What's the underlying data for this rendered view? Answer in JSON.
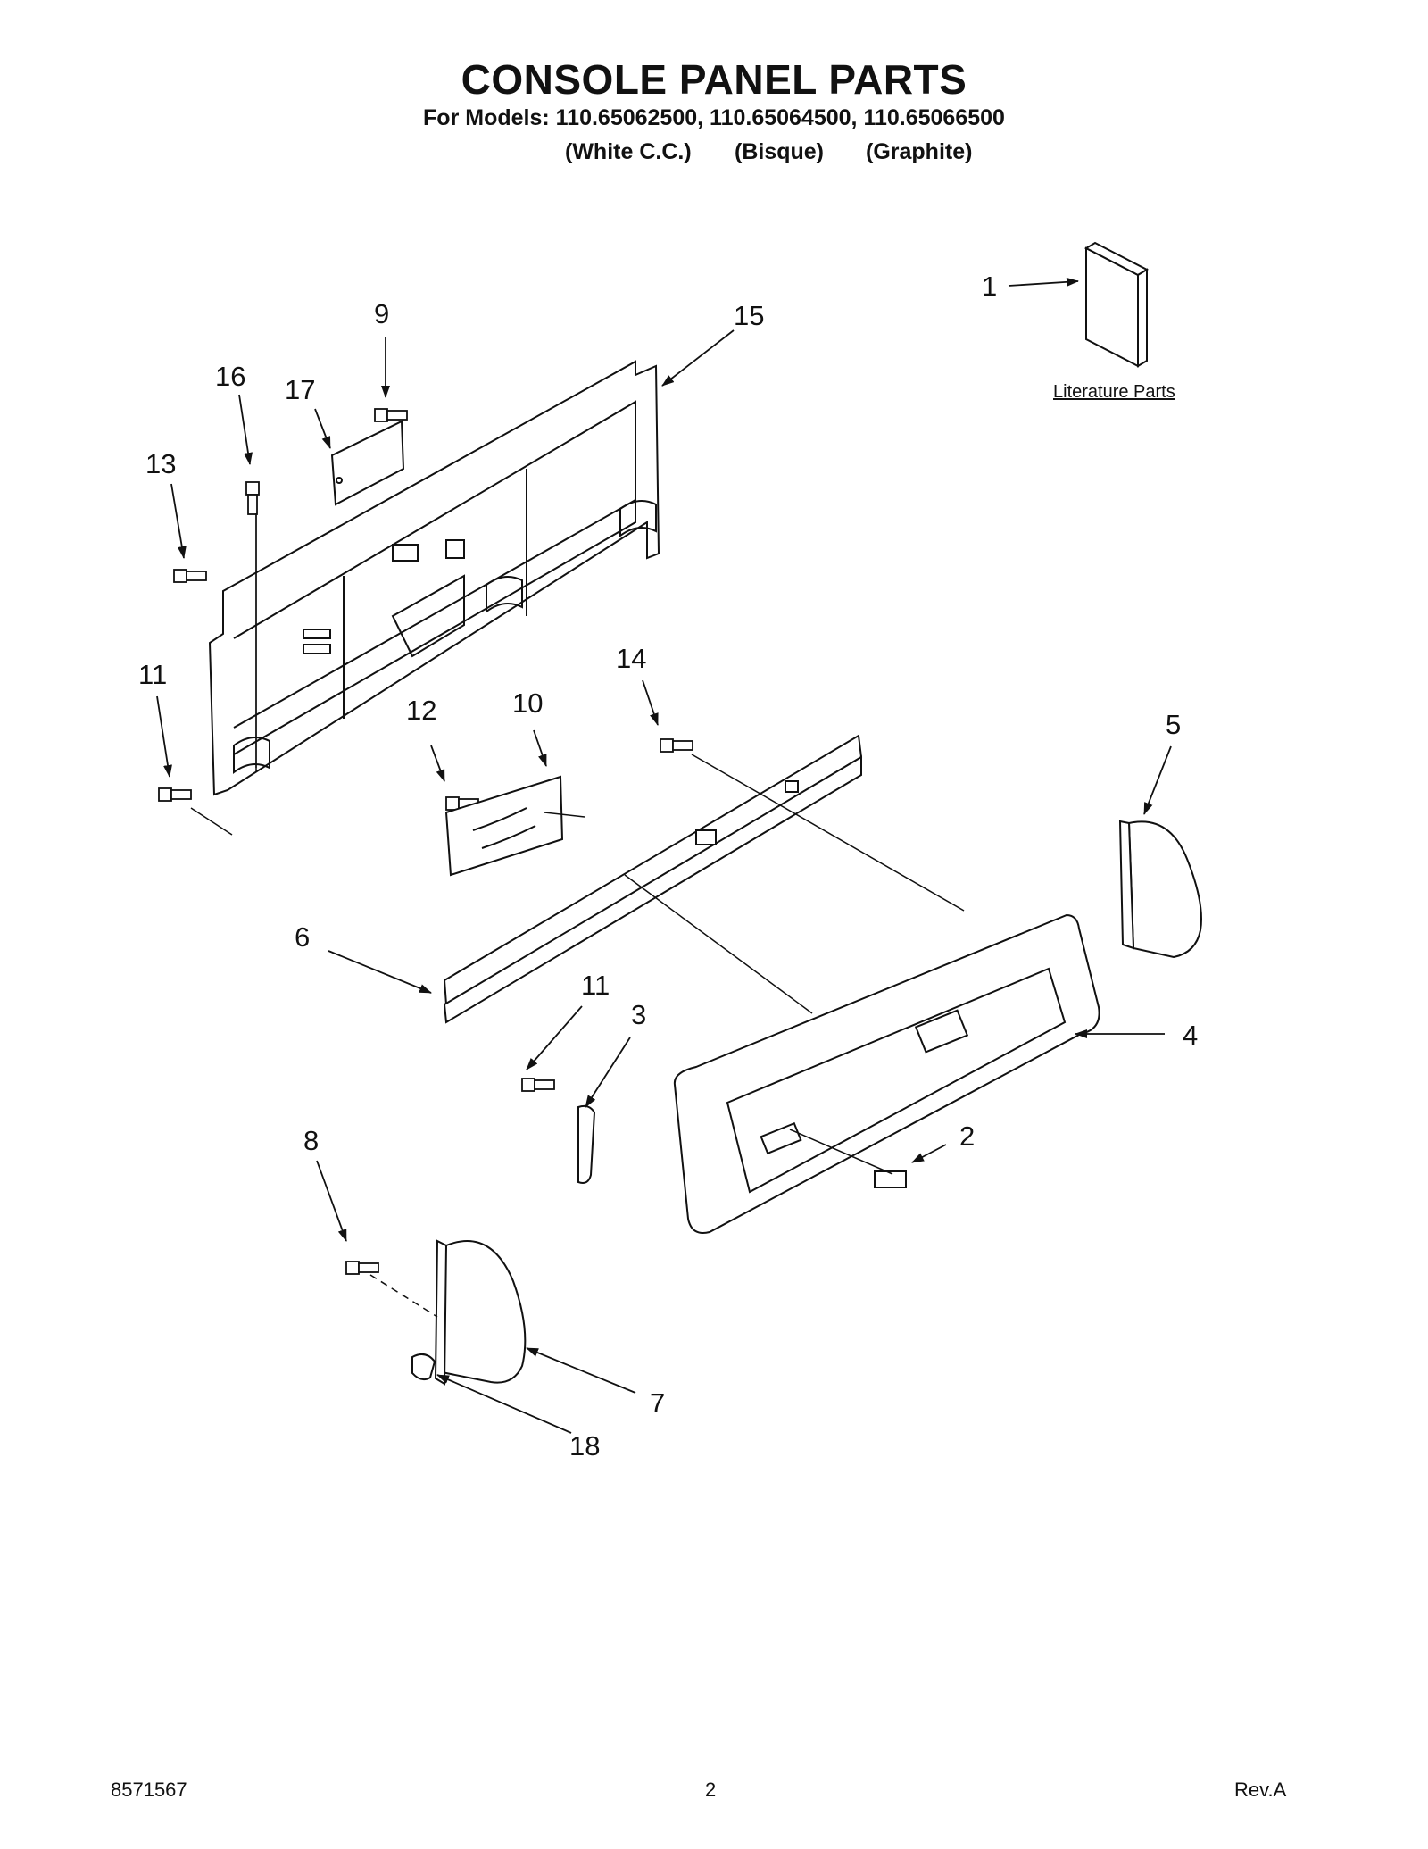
{
  "title": "CONSOLE PANEL PARTS",
  "models_line": "For Models: 110.65062500, 110.65064500, 110.65066500",
  "colors": [
    "(White C.C.)",
    "(Bisque)",
    "(Graphite)"
  ],
  "literature_label": "Literature Parts",
  "callouts": [
    "1",
    "2",
    "3",
    "4",
    "5",
    "6",
    "7",
    "8",
    "9",
    "10",
    "11",
    "11",
    "12",
    "13",
    "14",
    "15",
    "16",
    "17",
    "18"
  ],
  "footer": {
    "doc_number": "8571567",
    "page": "2",
    "revision": "Rev.A"
  }
}
